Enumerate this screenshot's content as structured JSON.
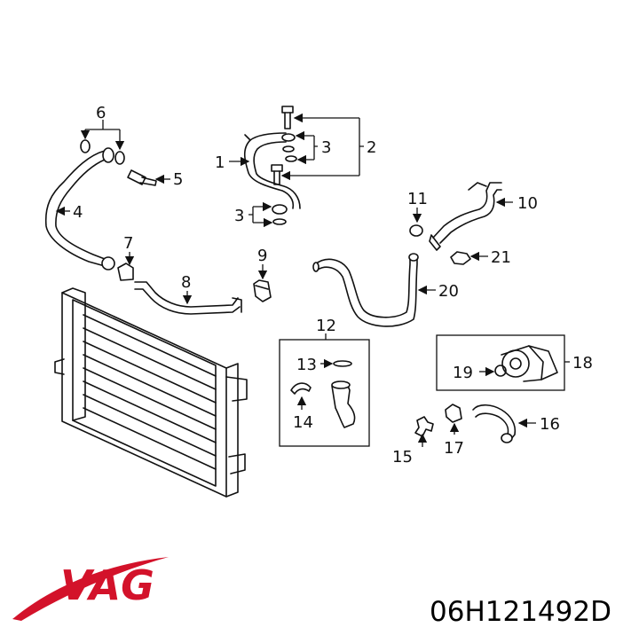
{
  "callouts": {
    "c1": "1",
    "c2": "2",
    "c3a": "3",
    "c3b": "3",
    "c4": "4",
    "c5": "5",
    "c6": "6",
    "c7": "7",
    "c8": "8",
    "c9": "9",
    "c10": "10",
    "c11": "11",
    "c12": "12",
    "c13": "13",
    "c14": "14",
    "c15": "15",
    "c16": "16",
    "c17": "17",
    "c18": "18",
    "c19": "19",
    "c20": "20",
    "c21": "21"
  },
  "brand": {
    "logo_text": "VAG",
    "color": "#d3122a"
  },
  "part_number": "06H121492D"
}
